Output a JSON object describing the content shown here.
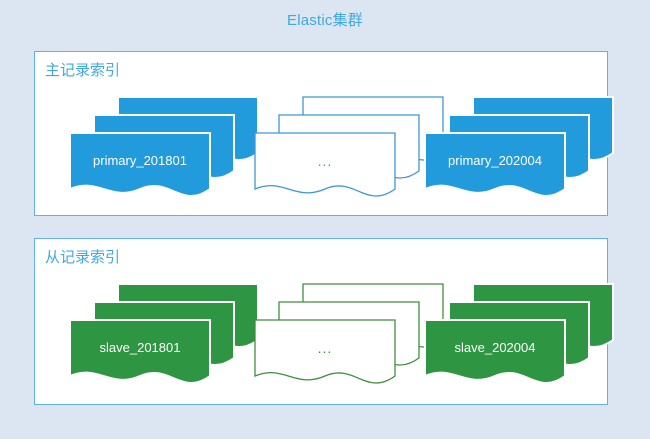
{
  "diagram": {
    "title": "Elastic集群",
    "background_color": "#dce6f3",
    "title_color": "#41a8e0",
    "panel_border_color": "#63b0e6",
    "panels": [
      {
        "id": "primary-index",
        "label": "主记录索引",
        "accent_color": "#219bdb",
        "stacks": [
          {
            "id": "primary-201801",
            "label": "primary_201801",
            "style": "filled"
          },
          {
            "id": "primary-ellipsis",
            "label": "...",
            "style": "outline"
          },
          {
            "id": "primary-202004",
            "label": "primary_202004",
            "style": "filled"
          }
        ]
      },
      {
        "id": "slave-index",
        "label": "从记录索引",
        "accent_color": "#2e9642",
        "stacks": [
          {
            "id": "slave-201801",
            "label": "slave_201801",
            "style": "filled"
          },
          {
            "id": "slave-ellipsis",
            "label": "...",
            "style": "outline"
          },
          {
            "id": "slave-202004",
            "label": "slave_202004",
            "style": "filled"
          }
        ]
      }
    ]
  }
}
